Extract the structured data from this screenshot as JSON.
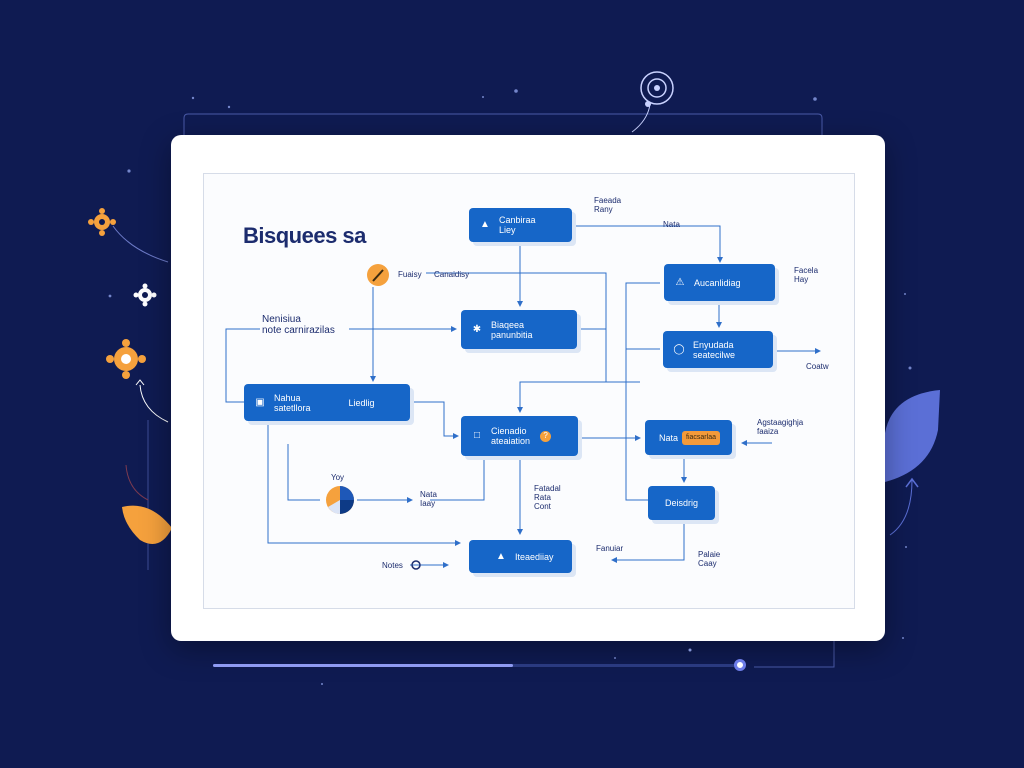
{
  "diagram": {
    "title": "Bisquees sa",
    "nodes": [
      {
        "id": "n1",
        "icon": "user-icon",
        "label": "Canbiraa\nLiey"
      },
      {
        "id": "n2",
        "icon": "warning-icon",
        "label": "Aucanlidiag"
      },
      {
        "id": "n3",
        "icon": "gear-icon",
        "label": "Biaqeea\npanunbitia"
      },
      {
        "id": "n4",
        "icon": "search-icon",
        "label": "Enyudada\nseatecilwe"
      },
      {
        "id": "n5",
        "icon": "image-icon",
        "label": "Nahua\nsatetllora"
      },
      {
        "id": "n6",
        "icon": "chart-icon",
        "label": "Cienadio\nateaiation"
      },
      {
        "id": "n7",
        "icon": "",
        "label": "Nata"
      },
      {
        "id": "n8",
        "icon": "",
        "label": "Deisdrig"
      },
      {
        "id": "n9",
        "icon": "alert-icon",
        "label": "Iteaediiay"
      }
    ],
    "n5_extra": "Liedlig",
    "n7_badge": "fiacsarlaa",
    "labels": {
      "top_right_note": "Faeada\nRany",
      "note": "Nata",
      "right_note_1": "Facela\nHay",
      "right_note_2": "Coatw",
      "right_note_3": "Agstaagighja\nfaaiza",
      "left_note": "Nenisiua\nnote carnirazilas",
      "middle_left_1": "Fuaisy",
      "middle_left_2": "Canaidisy",
      "mid_note_1": "Fatadal\nRata\nCont",
      "pie_label": "Yoy",
      "pie_note": "Nata\nIaay",
      "bottom_right": "Fanuiar",
      "bottom_right_2": "Palaie\nCaay",
      "bottom_left": "Notes"
    }
  },
  "progress": {
    "fraction": 0.57
  },
  "colors": {
    "background": "#0f1b52",
    "node": "#1666c8",
    "accent": "#f5a13d",
    "connector": "#2f6fc9"
  }
}
